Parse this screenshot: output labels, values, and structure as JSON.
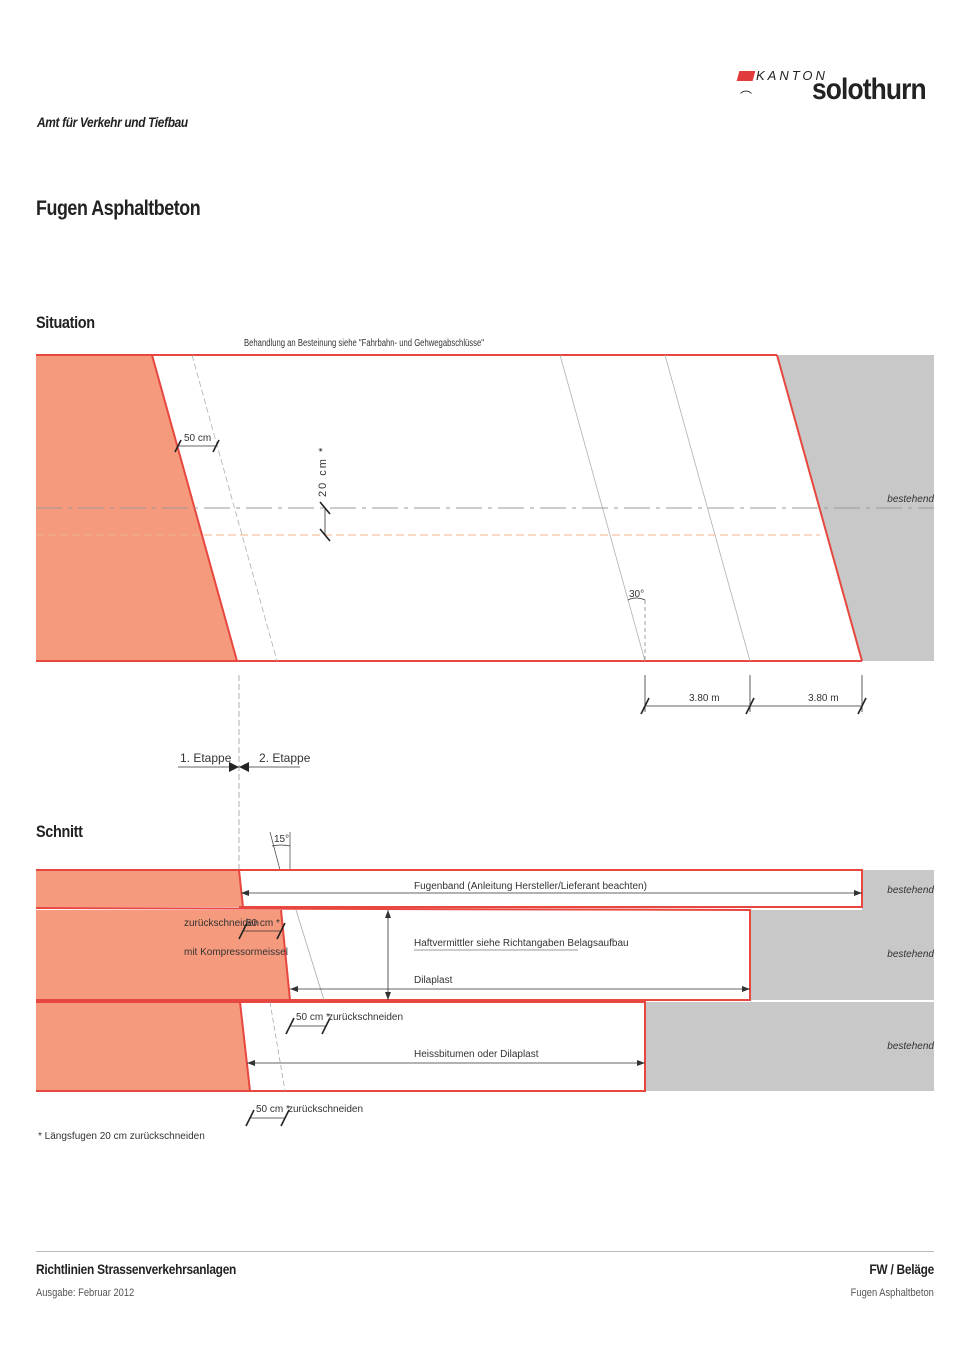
{
  "header": {
    "department": "Amt für Verkehr und Tiefbau",
    "title": "Fugen Asphaltbeton",
    "logo": {
      "kanton": "KANTON",
      "name": "solothurn"
    }
  },
  "situation": {
    "heading": "Situation",
    "top_note": "Behandlung an Besteinung siehe \"Fahrbahn- und Gehwegabschlüsse\"",
    "dim_50": "50 cm",
    "dim_20": "20 cm *",
    "label_existing": "bestehend",
    "angle_30": "30°",
    "dim_380_a": "3.80 m",
    "dim_380_b": "3.80 m",
    "stage_1": "1. Etappe",
    "stage_2": "2. Etappe"
  },
  "schnitt": {
    "heading": "Schnitt",
    "angle_15": "15°",
    "fugenband": "Fugenband (Anleitung Hersteller/Lieferant beachten)",
    "existing_1": "bestehend",
    "existing_2": "bestehend",
    "existing_3": "bestehend",
    "cut_label": "zurückschneiden",
    "cut_50": "50 cm *",
    "kompressor": "mit Kompressormeissel",
    "haftvermittler": "Haftvermittler siehe Richtangaben Belagsaufbau",
    "dilaplast": "Dilaplast",
    "cut_50_b": "50 cm *",
    "cut_label_b": "zurückschneiden",
    "heissbitumen": "Heissbitumen oder Dilaplast",
    "cut_50_c": "50 cm *",
    "cut_label_c": "zurückschneiden",
    "footnote": "* Längsfugen 20 cm zurückschneiden"
  },
  "footer": {
    "left_title": "Richtlinien Strassenverkehrsanlagen",
    "left_sub": "Ausgabe: Februar 2012",
    "right_title": "FW / Beläge",
    "right_sub": "Fugen Asphaltbeton"
  },
  "colors": {
    "salmon": "#f59a7d",
    "red": "#e8473f",
    "grey": "#c8c8c8",
    "dash_grey": "#9a9a9a",
    "dash_orange": "#f0b48a"
  }
}
